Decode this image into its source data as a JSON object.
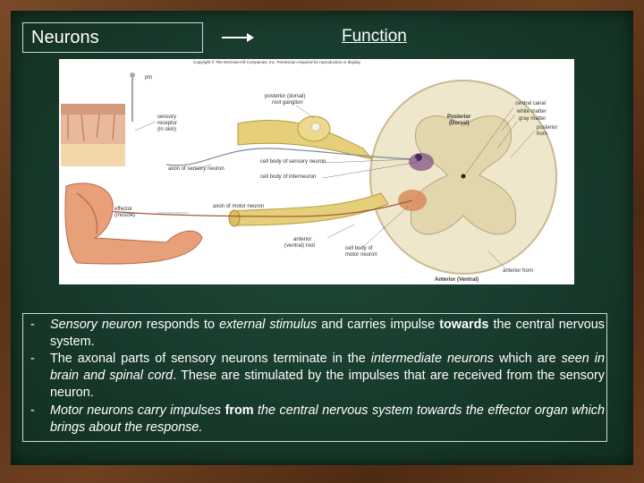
{
  "slide": {
    "title": "Neurons",
    "heading_right": "Function"
  },
  "figure": {
    "copyright": "Copyright © The McGraw-Hill Companies, Inc. Permission required for reproduction or display.",
    "labels": {
      "pin": "pin",
      "sensory_receptor_1": "sensory",
      "sensory_receptor_2": "receptor",
      "sensory_receptor_3": "(in skin)",
      "axon_sensory": "axon of sensory neuron",
      "posterior_root_1": "posterior (dorsal)",
      "posterior_root_2": "root ganglion",
      "cell_body_sensory": "cell body of sensory neuron",
      "cell_body_interneuron": "cell body of interneuron",
      "posterior_dorsal_1": "Posterior",
      "posterior_dorsal_2": "(Dorsal)",
      "central_canal": "central canal",
      "white_matter": "white matter",
      "gray_matter": "gray matter",
      "posterior_horn_1": "posterior",
      "posterior_horn_2": "horn",
      "effector_1": "effector",
      "effector_2": "(muscle)",
      "axon_motor": "axon of motor neuron",
      "anterior_root_1": "anterior",
      "anterior_root_2": "(ventral) root",
      "cell_body_motor_1": "cell body of",
      "cell_body_motor_2": "motor neuron",
      "anterior_horn": "anterior horn",
      "anterior_ventral": "Anterior (Ventral)"
    }
  },
  "text": {
    "b1_i1": "Sensory neuron",
    "b1_t1": " responds to ",
    "b1_i2": "external stimulus",
    "b1_t2": " and carries impulse ",
    "b1_b1": "towards",
    "b1_t3": " the central nervous  system.",
    "b2_t1": "The axonal parts of sensory neurons terminate in the ",
    "b2_i1": "intermediate neurons",
    "b2_t2": " which are ",
    "b2_i2": "seen in  brain and spinal cord",
    "b2_t3": ". These are stimulated by the impulses that are received from the sensory  neuron.",
    "b3_i1": "Motor neurons carry impulses ",
    "b3_b1": "from",
    "b3_i2": " the central nervous system towards the effector organ which brings about the response."
  }
}
